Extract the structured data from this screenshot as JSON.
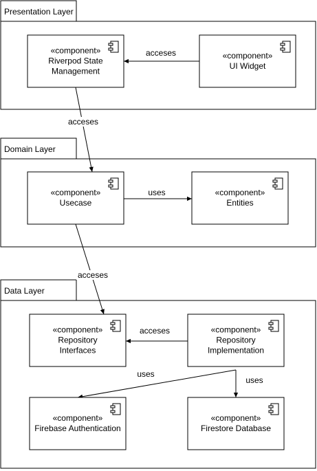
{
  "packages": [
    {
      "id": "presentation",
      "title": "Presentation Layer"
    },
    {
      "id": "domain",
      "title": "Domain Layer"
    },
    {
      "id": "data",
      "title": "Data Layer"
    }
  ],
  "stereotype": "«component»",
  "components": [
    {
      "id": "riverpod",
      "lines": [
        "Riverpod State",
        "Management"
      ]
    },
    {
      "id": "ui-widget",
      "lines": [
        "UI Widget"
      ]
    },
    {
      "id": "usecase",
      "lines": [
        "Usecase"
      ]
    },
    {
      "id": "entities",
      "lines": [
        "Entities"
      ]
    },
    {
      "id": "repo-interfaces",
      "lines": [
        "Repository",
        "Interfaces"
      ]
    },
    {
      "id": "repo-impl",
      "lines": [
        "Repository",
        "Implementation"
      ]
    },
    {
      "id": "firebase-auth",
      "lines": [
        "Firebase Authentication"
      ]
    },
    {
      "id": "firestore",
      "lines": [
        "Firestore Database"
      ]
    }
  ],
  "connections": [
    {
      "id": "ui-to-riverpod",
      "from": "ui-widget",
      "to": "riverpod",
      "label": "acceses"
    },
    {
      "id": "riverpod-to-usecase",
      "from": "riverpod",
      "to": "usecase",
      "label": "acceses"
    },
    {
      "id": "usecase-to-entities",
      "from": "usecase",
      "to": "entities",
      "label": "uses"
    },
    {
      "id": "usecase-to-repo-interfaces",
      "from": "usecase",
      "to": "repo-interfaces",
      "label": "acceses"
    },
    {
      "id": "repo-impl-to-repo-interfaces",
      "from": "repo-impl",
      "to": "repo-interfaces",
      "label": "acceses"
    },
    {
      "id": "repo-impl-to-firebase-auth",
      "from": "repo-impl",
      "to": "firebase-auth",
      "label": "uses"
    },
    {
      "id": "repo-impl-to-firestore",
      "from": "repo-impl",
      "to": "firestore",
      "label": "uses"
    }
  ]
}
